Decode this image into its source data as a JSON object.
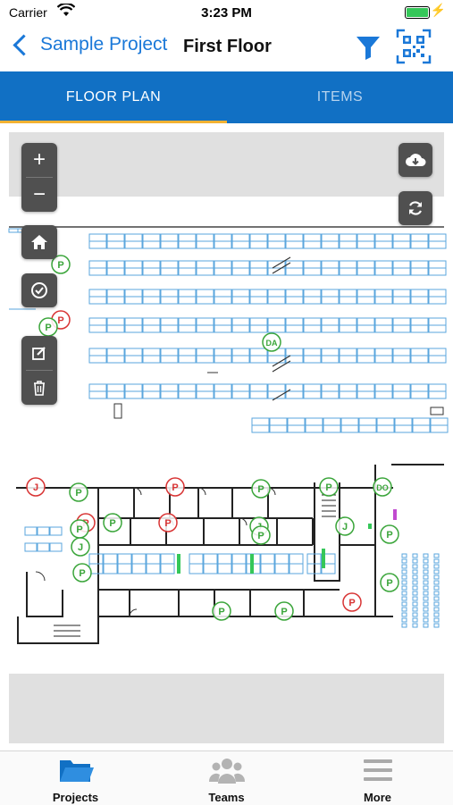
{
  "status_bar": {
    "carrier": "Carrier",
    "time": "3:23 PM"
  },
  "nav": {
    "back_label": "Sample Project",
    "title": "First Floor"
  },
  "tabs": [
    {
      "label": "FLOOR PLAN",
      "active": true
    },
    {
      "label": "ITEMS",
      "active": false
    }
  ],
  "colors": {
    "accent": "#1a78d8",
    "tab_bar_bg": "#1170c4",
    "tab_indicator": "#f2b233",
    "marker_green": "#3aa53a",
    "marker_red": "#d83434",
    "plan_blue": "#5aa6dd"
  },
  "map_controls": [
    "zoom-in",
    "zoom-out",
    "home",
    "select-check",
    "edit",
    "delete",
    "download",
    "refresh"
  ],
  "markers": [
    {
      "label": "P",
      "status": "green"
    },
    {
      "label": "P",
      "status": "red"
    },
    {
      "label": "P",
      "status": "green"
    },
    {
      "label": "DA",
      "status": "green"
    },
    {
      "label": "J",
      "status": "red"
    },
    {
      "label": "P",
      "status": "green"
    },
    {
      "label": "P",
      "status": "red"
    },
    {
      "label": "P",
      "status": "green"
    },
    {
      "label": "P",
      "status": "green"
    },
    {
      "label": "DO",
      "status": "green"
    },
    {
      "label": "P",
      "status": "red"
    },
    {
      "label": "P",
      "status": "green"
    },
    {
      "label": "P",
      "status": "red"
    },
    {
      "label": "P",
      "status": "green"
    },
    {
      "label": "J",
      "status": "green"
    },
    {
      "label": "J",
      "status": "green"
    },
    {
      "label": "P",
      "status": "green"
    },
    {
      "label": "J",
      "status": "green"
    },
    {
      "label": "P",
      "status": "green"
    },
    {
      "label": "P",
      "status": "green"
    },
    {
      "label": "P",
      "status": "green"
    },
    {
      "label": "P",
      "status": "red"
    },
    {
      "label": "P",
      "status": "green"
    },
    {
      "label": "P",
      "status": "green"
    }
  ],
  "bottom_tabs": [
    {
      "label": "Projects",
      "icon": "folder-icon",
      "active": true
    },
    {
      "label": "Teams",
      "icon": "people-icon",
      "active": false
    },
    {
      "label": "More",
      "icon": "menu-icon",
      "active": false
    }
  ]
}
